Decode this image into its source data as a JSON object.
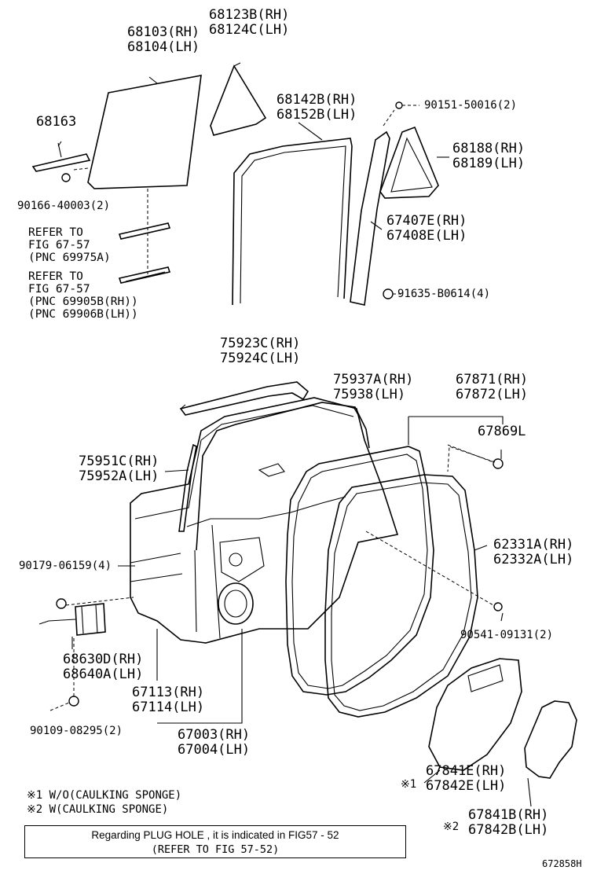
{
  "labels": {
    "p68123": "68123B(RH)\n68124C(LH)",
    "p68103": "68103(RH)\n68104(LH)",
    "p68163": "68163",
    "p90151": "90151-50016(2)",
    "p68142": "68142B(RH)\n68152B(LH)",
    "p68188": "68188(RH)\n68189(LH)",
    "p90166": "90166-40003(2)",
    "p67407": "67407E(RH)\n67408E(LH)",
    "ref1": "REFER TO\nFIG 67-57\n(PNC 69975A)",
    "ref2": "REFER TO\nFIG 67-57\n(PNC 69905B(RH))\n(PNC 69906B(LH))",
    "p91635": "91635-B0614(4)",
    "p75923": "75923C(RH)\n75924C(LH)",
    "p75937": "75937A(RH)\n75938(LH)",
    "p67871": "67871(RH)\n67872(LH)",
    "p67869": "67869L",
    "p75951": "75951C(RH)\n75952A(LH)",
    "p62331": "62331A(RH)\n62332A(LH)",
    "p90179": "90179-06159(4)",
    "p90541": "90541-09131(2)",
    "p68630": "68630D(RH)\n68640A(LH)",
    "p67113": "67113(RH)\n67114(LH)",
    "p67003": "67003(RH)\n67004(LH)",
    "p90109": "90109-08295(2)",
    "p67841e": "67841E(RH)\n67842E(LH)",
    "p67841b": "67841B(RH)\n67842B(LH)",
    "mark1": "※1",
    "mark2": "※2"
  },
  "legend": {
    "item1": "※1 W/O(CAULKING SPONGE)",
    "item2": "※2 W(CAULKING SPONGE)"
  },
  "note": {
    "line1": "Regarding PLUG HOLE , it is indicated in FIG57 - 52",
    "line2": "(REFER TO FIG 57-52)"
  },
  "figure_id": "672858H"
}
